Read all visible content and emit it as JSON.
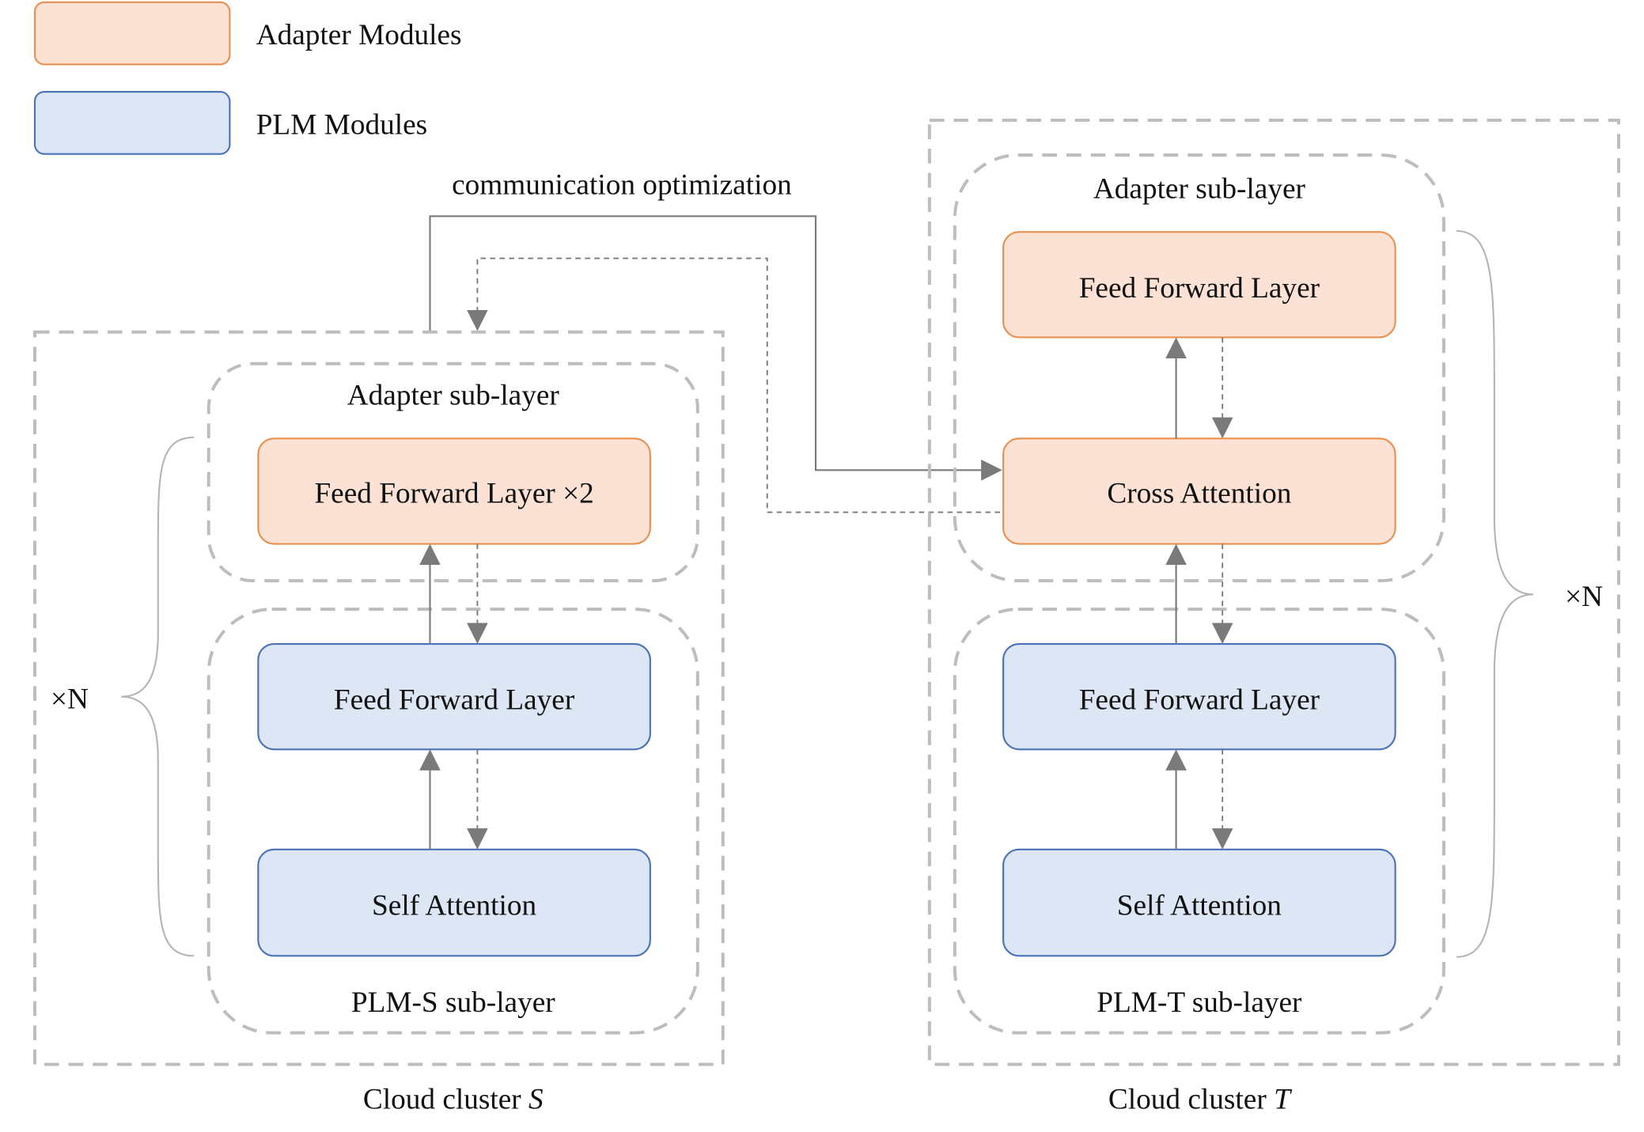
{
  "legend": {
    "adapter_label": "Adapter Modules",
    "plm_label": "PLM Modules"
  },
  "colors": {
    "adapter_fill": "#fbe2d4",
    "adapter_stroke": "#e8904f",
    "plm_fill": "#dce6f4",
    "plm_stroke": "#4a72b8",
    "dashed_border": "#bdbdbd",
    "arrow": "#7a7a7a"
  },
  "top_connection": {
    "label": "communication optimization"
  },
  "cluster_s": {
    "caption_prefix": "Cloud cluster ",
    "caption_var": "S",
    "repeat_label": "×N",
    "adapter_sublayer": {
      "title": "Adapter sub-layer",
      "ffn_label": "Feed Forward Layer ×2"
    },
    "plm_sublayer": {
      "title": "PLM-S sub-layer",
      "ffn_label": "Feed Forward Layer",
      "attn_label": "Self Attention"
    }
  },
  "cluster_t": {
    "caption_prefix": "Cloud cluster ",
    "caption_var": "T",
    "repeat_label": "×N",
    "adapter_sublayer": {
      "title": "Adapter sub-layer",
      "ffn_label": "Feed Forward Layer",
      "cross_attn_label": "Cross Attention"
    },
    "plm_sublayer": {
      "title": "PLM-T sub-layer",
      "ffn_label": "Feed Forward Layer",
      "attn_label": "Self Attention"
    }
  }
}
